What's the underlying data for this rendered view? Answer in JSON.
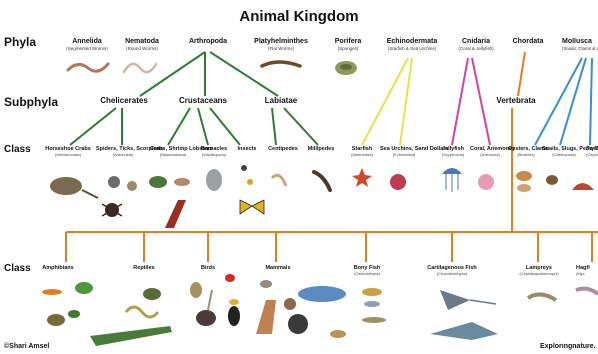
{
  "title": "Animal Kingdom",
  "row_labels": {
    "phyla": "Phyla",
    "subphyla": "Subphyla",
    "class_top": "Class",
    "class_bottom": "Class"
  },
  "phyla": [
    {
      "name": "Annelida",
      "sub": "(Segmented Worms)"
    },
    {
      "name": "Nematoda",
      "sub": "(Round Worms)"
    },
    {
      "name": "Arthropoda",
      "sub": ""
    },
    {
      "name": "Platyhelminthes",
      "sub": "(Flat Worms)"
    },
    {
      "name": "Porifera",
      "sub": "(Sponges)"
    },
    {
      "name": "Echinodermata",
      "sub": "(Starfish & Sea Urchins)"
    },
    {
      "name": "Cnidaria",
      "sub": "(Coral & Jellyfish)"
    },
    {
      "name": "Chordata",
      "sub": ""
    },
    {
      "name": "Mollusca",
      "sub": "(Snails, Clams & Octopus)"
    }
  ],
  "subphyla": [
    "Chelicerates",
    "Crustaceans",
    "Labiatae",
    "Vertebrata"
  ],
  "classes_top": [
    {
      "name": "Horseshoe Crabs",
      "sub": "(Merostomata)"
    },
    {
      "name": "Spiders, Ticks, Scorpions",
      "sub": "(Arachnida)"
    },
    {
      "name": "Crabs, Shrimp Lobsters",
      "sub": "(Malacostraca)"
    },
    {
      "name": "Barnacles",
      "sub": "(Maxillopoda)"
    },
    {
      "name": "Insects",
      "sub": ""
    },
    {
      "name": "Centipedes",
      "sub": ""
    },
    {
      "name": "Millipedes",
      "sub": ""
    },
    {
      "name": "Starfish",
      "sub": "(Asteroidea)"
    },
    {
      "name": "Sea Urchins, Sand Dollars",
      "sub": "(Echinoidea)"
    },
    {
      "name": "Jellyfish",
      "sub": "(Scyphozoa)"
    },
    {
      "name": "Coral, Anemones",
      "sub": "(Anthozoa)"
    },
    {
      "name": "Oysters, Clams",
      "sub": "(Bivalves)"
    },
    {
      "name": "Snails, Slugs, Periwinkles",
      "sub": "(Gastropoda)"
    },
    {
      "name": "Sq Oc",
      "sub": "(Cephal"
    }
  ],
  "classes_bottom": [
    {
      "name": "Amphibians",
      "sub": ""
    },
    {
      "name": "Reptiles",
      "sub": ""
    },
    {
      "name": "Birds",
      "sub": ""
    },
    {
      "name": "Mammals",
      "sub": ""
    },
    {
      "name": "Bony Fish",
      "sub": "(Osteichthyes)"
    },
    {
      "name": "Cartilagenous Fish",
      "sub": "(Chondrichthyes)"
    },
    {
      "name": "Lampreys",
      "sub": "(Cephalaspidomorphi)"
    },
    {
      "name": "Hagfi",
      "sub": "(Myx"
    }
  ],
  "footer": {
    "left": "©Shari Amsel",
    "right": "Exploringnature."
  },
  "colors": {
    "arthropoda": "#2e7d32",
    "echinodermata": "#e8e24a",
    "cnidaria": "#d63fa8",
    "chordata": "#e57c20",
    "mollusca": "#3a8fc9"
  }
}
